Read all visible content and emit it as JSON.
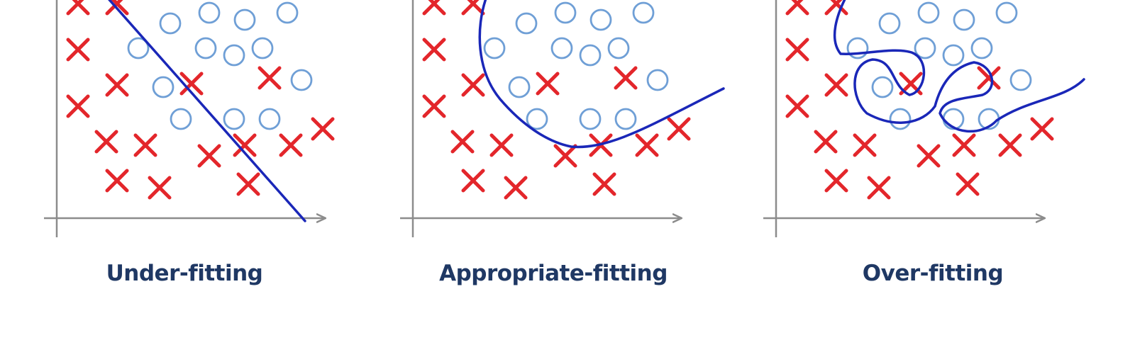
{
  "colors": {
    "cross": "#e3262b",
    "circle": "#6f9fd6",
    "curve": "#1a27b8",
    "axis": "#8c8c8c",
    "caption": "#1f3864"
  },
  "panels": [
    {
      "id": "under",
      "caption": "Under-fitting"
    },
    {
      "id": "appropriate",
      "caption": "Appropriate-fitting"
    },
    {
      "id": "over",
      "caption": "Over-fitting"
    }
  ]
}
